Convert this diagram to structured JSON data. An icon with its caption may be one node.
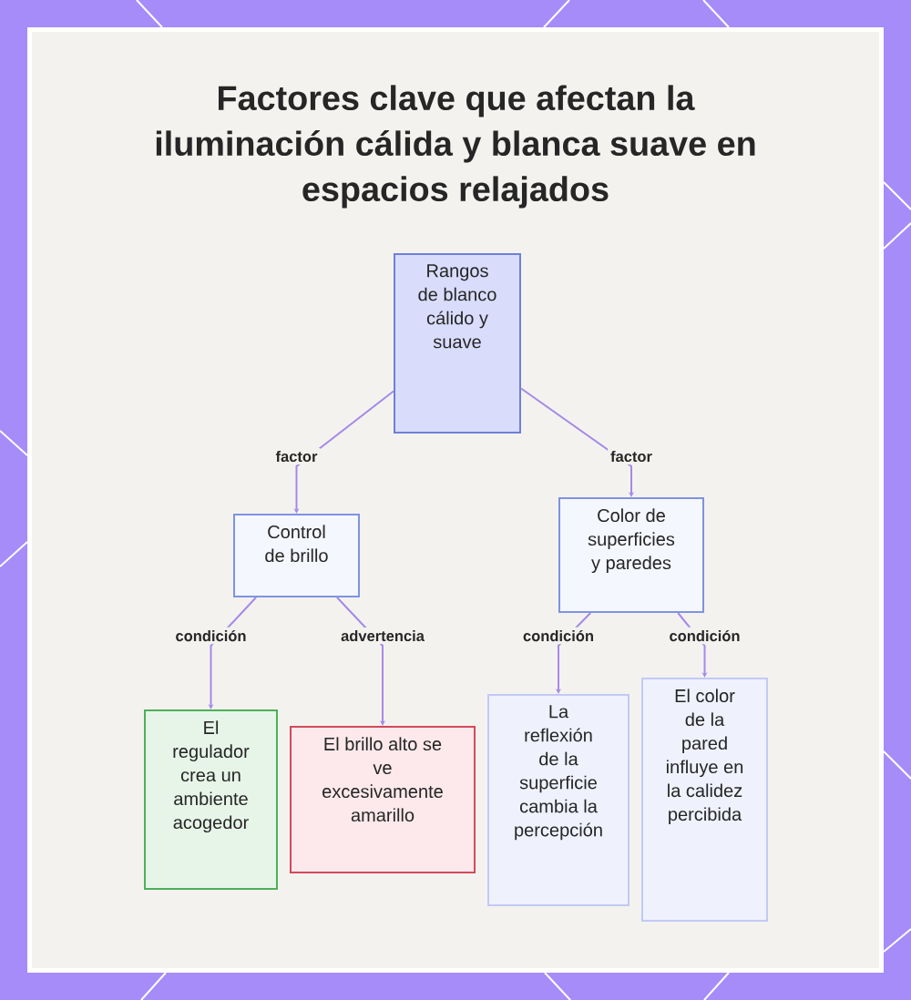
{
  "diagram": {
    "title": "Factores clave que afectan la iluminación cálida y blanca suave en espacios relajados",
    "nodes": [
      {
        "text": [
          "Rangos de blanco cálido y suave"
        ]
      },
      {
        "text": [
          "Control de brillo"
        ]
      },
      {
        "text": [
          "Color de superficies y paredes"
        ]
      },
      {
        "text": [
          "El regulador crea un ambiente acogedor"
        ]
      },
      {
        "text": [
          "El brillo alto se ve excesivamente amarillo"
        ]
      },
      {
        "text": [
          "La reflexión de la superficie cambia la percepción"
        ]
      },
      {
        "text": [
          "El color de la pared influye en la calidez percibida"
        ]
      }
    ],
    "edges": [
      {
        "from": 0,
        "to": 1,
        "arrow": "to",
        "label": "factor"
      },
      {
        "from": 0,
        "to": 2,
        "arrow": "to",
        "label": "factor"
      },
      {
        "from": 1,
        "to": 3,
        "arrow": "to",
        "label": "condición"
      },
      {
        "from": 1,
        "to": 4,
        "arrow": "to",
        "label": "advertencia"
      },
      {
        "from": 2,
        "to": 5,
        "arrow": "to",
        "label": "condición"
      },
      {
        "from": 2,
        "to": 6,
        "arrow": "to",
        "label": "condición"
      }
    ]
  }
}
